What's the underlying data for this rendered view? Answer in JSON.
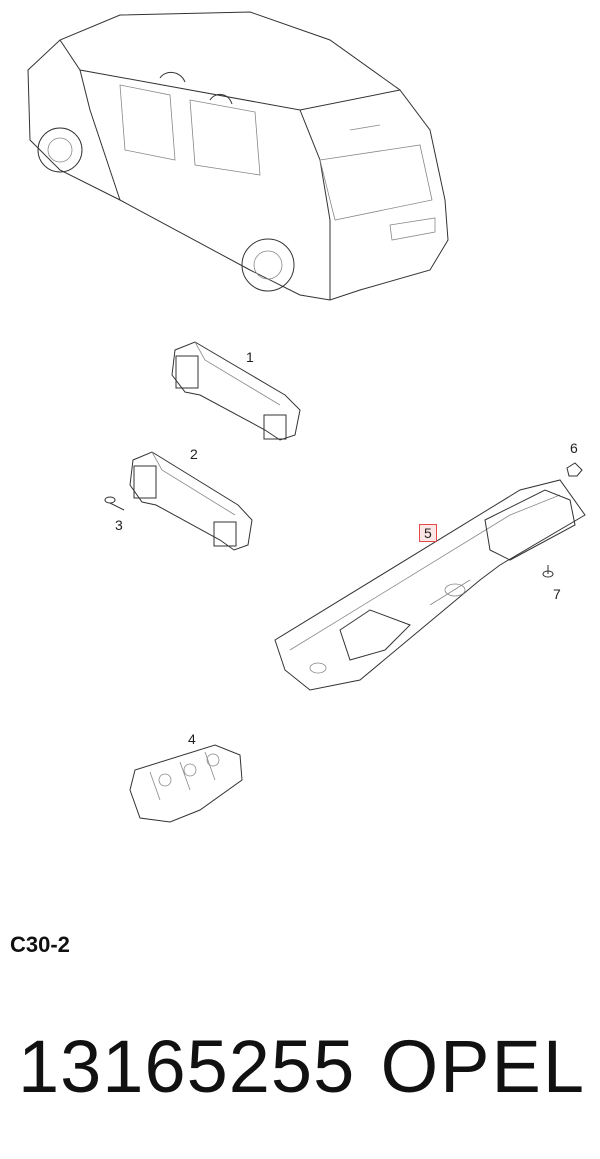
{
  "diagram": {
    "callouts": [
      {
        "id": "1",
        "label": "1"
      },
      {
        "id": "2",
        "label": "2"
      },
      {
        "id": "3",
        "label": "3"
      },
      {
        "id": "4",
        "label": "4"
      },
      {
        "id": "5",
        "label": "5",
        "highlighted": true
      },
      {
        "id": "6",
        "label": "6"
      },
      {
        "id": "7",
        "label": "7"
      }
    ],
    "highlight_color": "#e24a4a"
  },
  "diagram_code": "C30-2",
  "footer": {
    "part_number": "13165255",
    "brand": "OPEL"
  }
}
